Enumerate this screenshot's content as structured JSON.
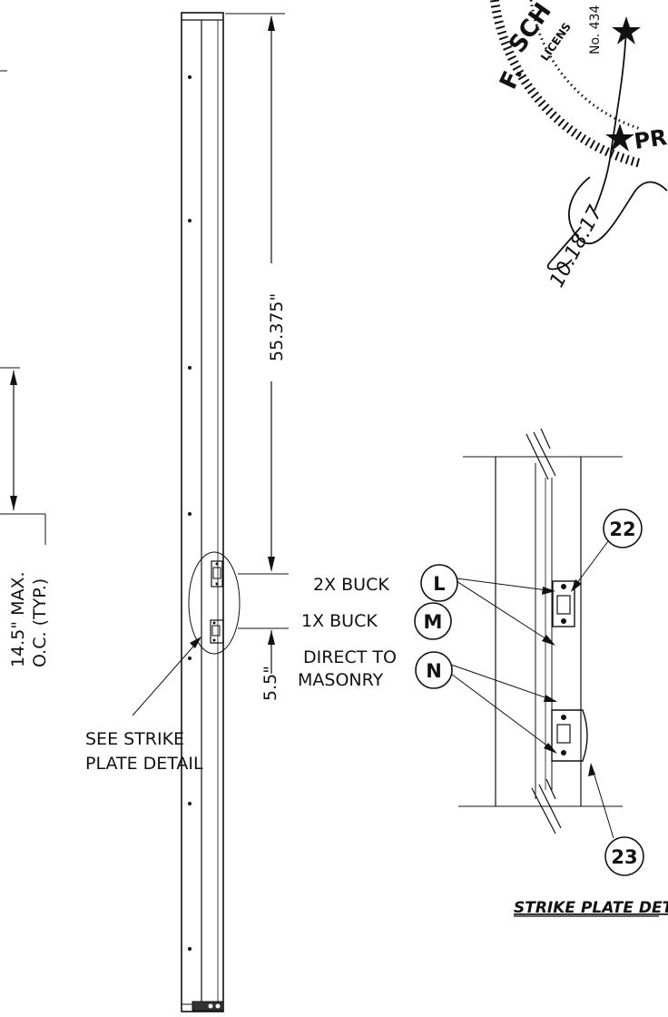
{
  "dimensions": {
    "top_to_strike": "55.375\"",
    "strike_to_bottom": "5.5\"",
    "anchor_spacing": "14.5\" MAX.",
    "anchor_spacing_note": "O.C. (TYP.)"
  },
  "callouts": {
    "see_strike_line1": "SEE STRIKE",
    "see_strike_line2": "PLATE DETAIL"
  },
  "legend": [
    {
      "key": "L",
      "label": "2X BUCK"
    },
    {
      "key": "M",
      "label": "1X BUCK"
    },
    {
      "key": "N",
      "label_line1": "DIRECT TO",
      "label_line2": "MASONRY"
    }
  ],
  "detail": {
    "title": "STRIKE PLATE DETAIL",
    "tag_top": "22",
    "tag_bottom": "23"
  },
  "stamp": {
    "text_sch": "SCH",
    "text_f": "F.",
    "text_license": "LICENS",
    "text_no": "No. 434",
    "text_pr": "PR",
    "date": "10.18.17"
  },
  "colors": {
    "ink": "#111111",
    "paper": "#ffffff"
  }
}
